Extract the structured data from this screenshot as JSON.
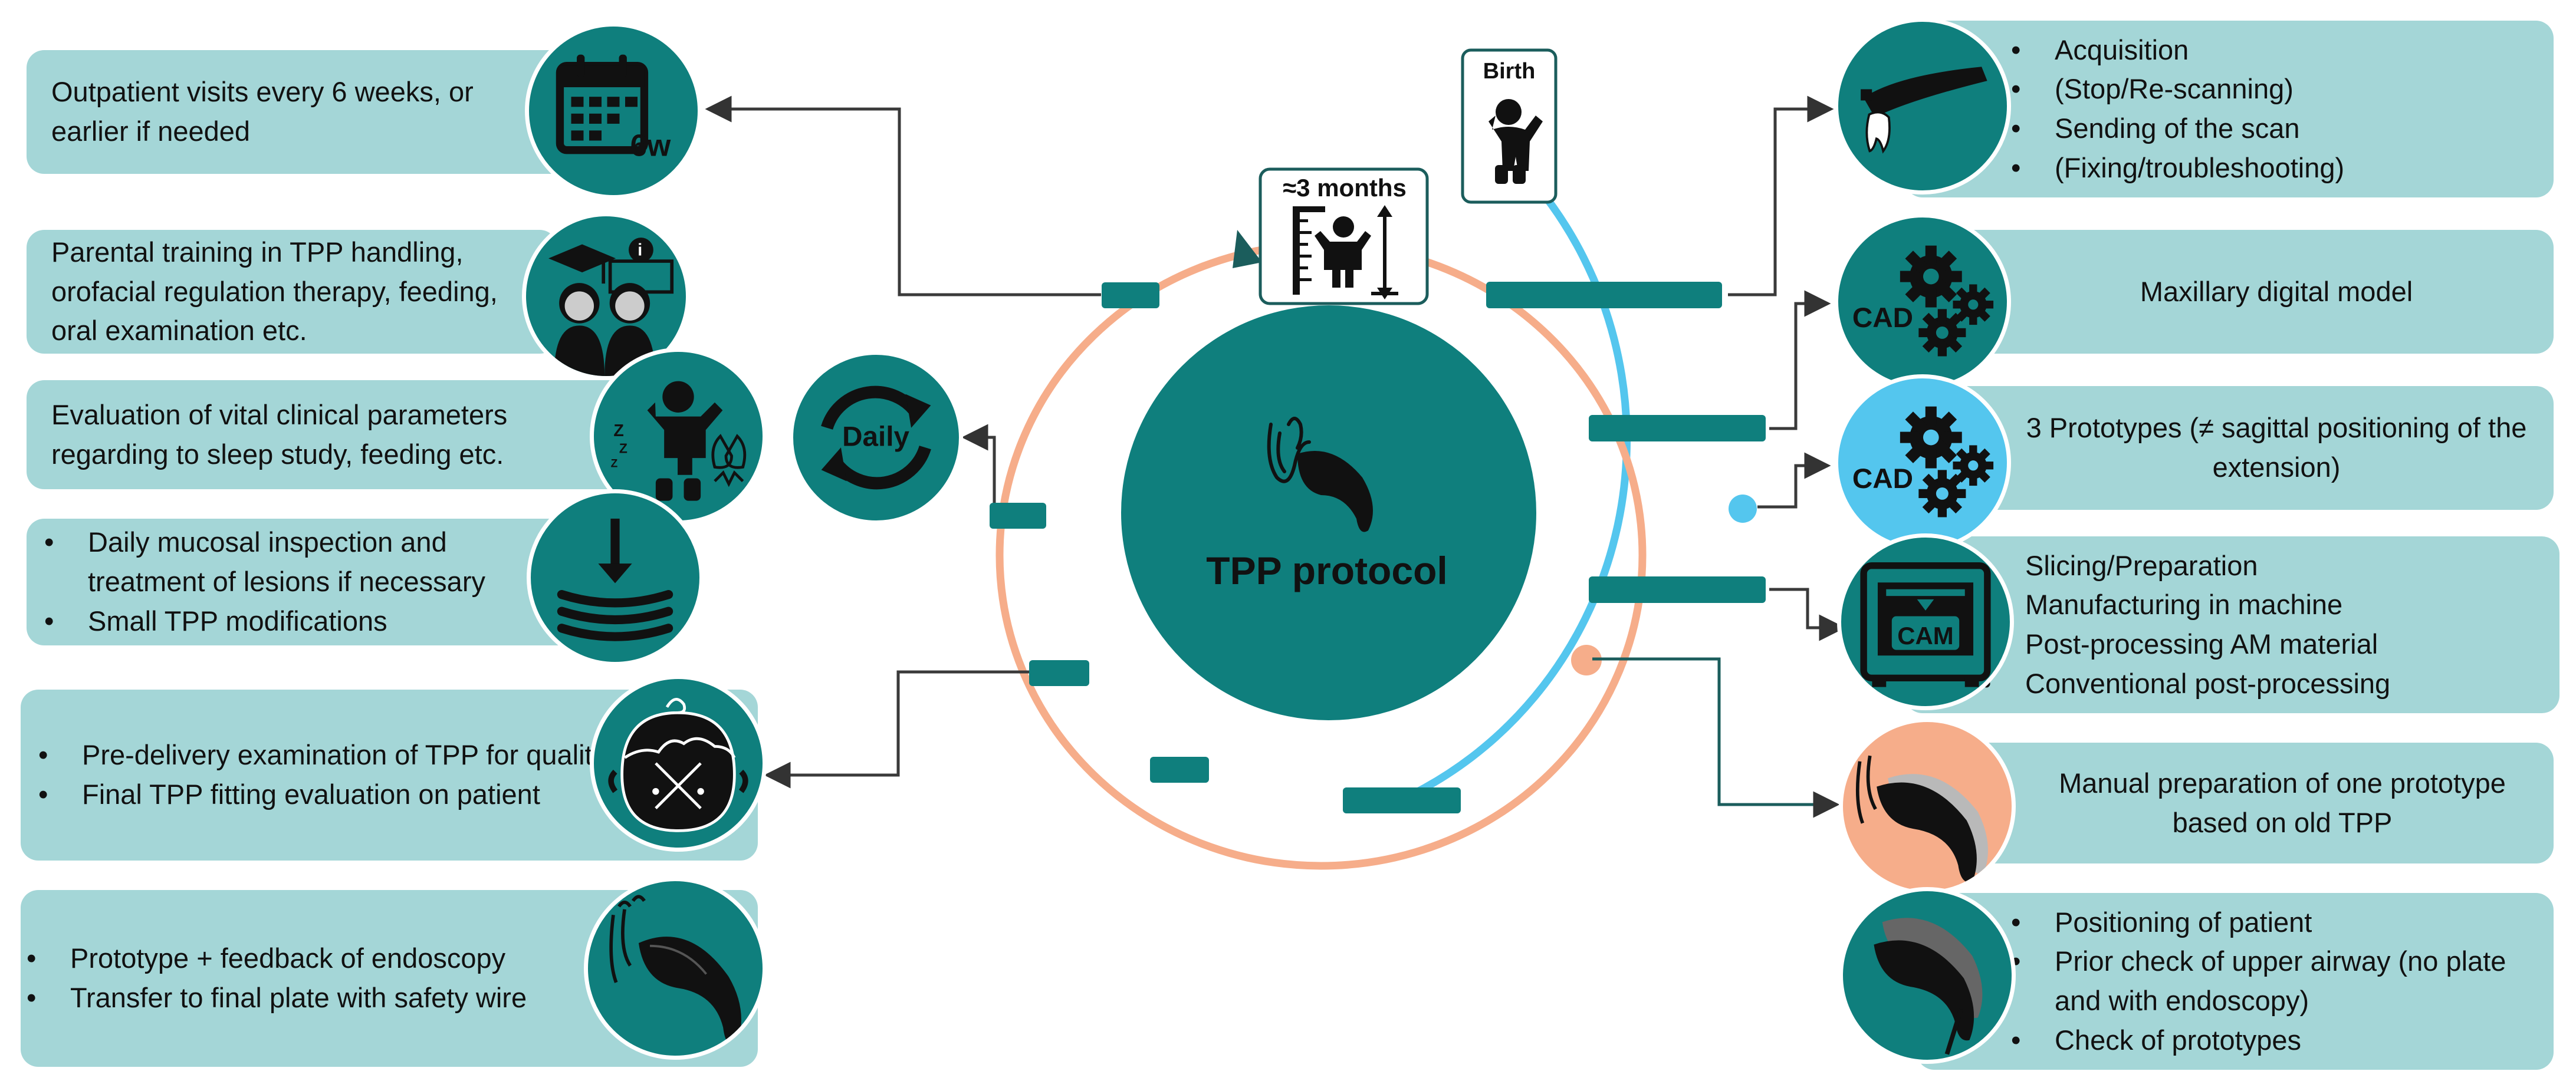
{
  "center": {
    "title": "TPP protocol"
  },
  "timeline": {
    "birth": "Birth",
    "three_months": "≈3 months"
  },
  "icons": {
    "calendar": {
      "name": "calendar-icon",
      "text": "6w"
    },
    "daily": {
      "name": "cycle-arrows-icon",
      "text": "Daily"
    },
    "cad1": {
      "name": "gears-cad-icon",
      "text": "CAD"
    },
    "cad2": {
      "name": "gears-cad-icon",
      "text": "CAD"
    },
    "cam": {
      "name": "printer-cam-icon",
      "text": "CAM"
    }
  },
  "left_boxes": {
    "outpatient": {
      "text": "Outpatient visits every 6 weeks, or earlier if needed"
    },
    "training": {
      "text": "Parental training in TPP handling, orofacial regulation therapy, feeding, oral examination etc."
    },
    "evaluation": {
      "text": "Evaluation of vital clinical parameters regarding to sleep study, feeding etc."
    },
    "mucosal": {
      "items": [
        "Daily mucosal inspection and treatment of lesions if necessary",
        "Small TPP modifications"
      ]
    },
    "predelivery": {
      "items": [
        "Pre-delivery examination of TPP for quality",
        "Final TPP fitting evaluation on patient"
      ]
    },
    "prototype": {
      "items": [
        "Prototype + feedback of endoscopy",
        "Transfer to final plate with safety wire"
      ]
    }
  },
  "right_boxes": {
    "acquisition": {
      "items": [
        "Acquisition",
        "(Stop/Re-scanning)",
        "Sending of the scan",
        "(Fixing/troubleshooting)"
      ]
    },
    "digital_model": {
      "text": "Maxillary digital model"
    },
    "prototypes3": {
      "text": "3 Prototypes (≠ sagittal positioning of the extension)"
    },
    "slicing": {
      "items": [
        "Slicing/Preparation",
        "Manufacturing in machine",
        "Post-processing AM material",
        "Conventional post-processing"
      ]
    },
    "manual": {
      "text": "Manual preparation of one prototype based on old TPP"
    },
    "positioning": {
      "items": [
        "Positioning of patient",
        "Prior check of upper airway (no plate and with endoscopy)",
        "Check of prototypes"
      ]
    }
  },
  "colors": {
    "teal": "#0f7f7d",
    "box": "#a4d6d7",
    "orange": "#f6ad8a",
    "blue": "#54c6ee"
  }
}
